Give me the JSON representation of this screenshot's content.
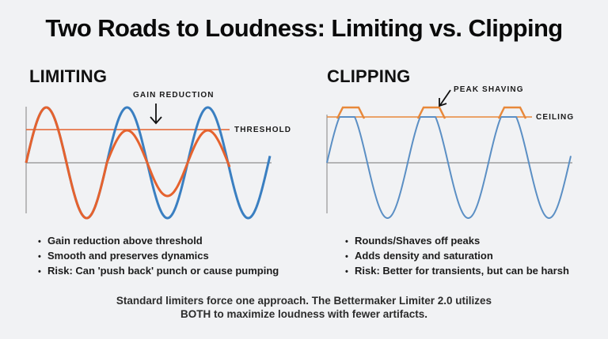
{
  "title": "Two Roads to Loudness: Limiting vs. Clipping",
  "colors": {
    "blue": "#3a7fc1",
    "orange": "#e5622e",
    "clip_orange": "#e8883a",
    "axis": "#9a9a9a",
    "background": "#f1f2f4"
  },
  "limiting": {
    "heading": "LIMITING",
    "annotation": "GAIN REDUCTION",
    "threshold_label": "THRESHOLD",
    "bullets": [
      "Gain reduction above threshold",
      "Smooth and preserves dynamics",
      "Risk: Can 'push back' punch or cause pumping"
    ]
  },
  "clipping": {
    "heading": "CLIPPING",
    "annotation": "PEAK SHAVING",
    "ceiling_label": "CEILING",
    "bullets": [
      "Rounds/Shaves off peaks",
      "Adds density and saturation",
      "Risk: Better for transients, but can be harsh"
    ]
  },
  "footer": {
    "line1": "Standard limiters force one approach. The Bettermaker Limiter 2.0 utilizes",
    "line2": "BOTH to maximize loudness with fewer artifacts."
  }
}
